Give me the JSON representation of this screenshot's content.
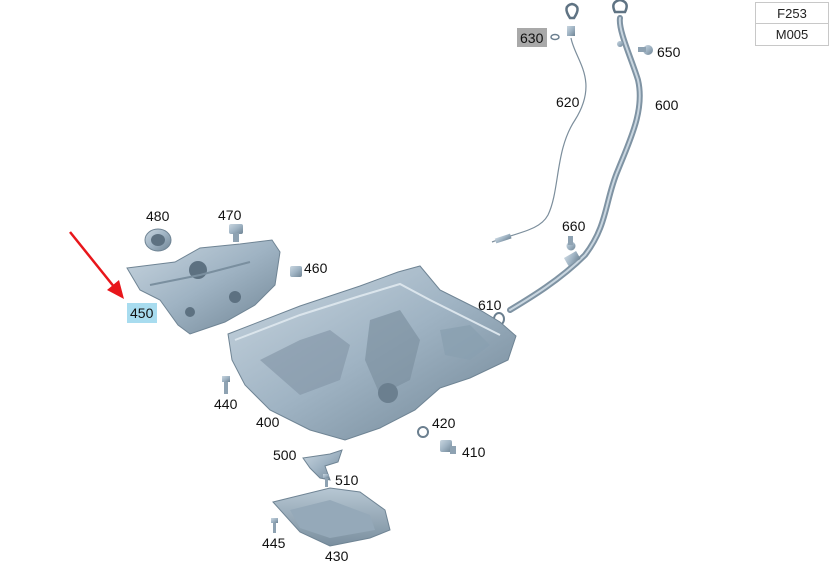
{
  "diagram": {
    "reference_codes": [
      "F253",
      "M005"
    ],
    "highlight_color": "#a8dcef",
    "selected_color": "#a9a9a9",
    "part_color": "#9fb3c3",
    "arrow_color": "#e8161b",
    "parts": [
      {
        "id": "p630",
        "label": "630",
        "highlight": "gray"
      },
      {
        "id": "p650",
        "label": "650"
      },
      {
        "id": "p620",
        "label": "620"
      },
      {
        "id": "p600",
        "label": "600"
      },
      {
        "id": "p480",
        "label": "480"
      },
      {
        "id": "p470",
        "label": "470"
      },
      {
        "id": "p460",
        "label": "460"
      },
      {
        "id": "p660",
        "label": "660"
      },
      {
        "id": "p610",
        "label": "610"
      },
      {
        "id": "p450",
        "label": "450",
        "highlight": "blue"
      },
      {
        "id": "p440",
        "label": "440"
      },
      {
        "id": "p400",
        "label": "400"
      },
      {
        "id": "p420",
        "label": "420"
      },
      {
        "id": "p410",
        "label": "410"
      },
      {
        "id": "p500",
        "label": "500"
      },
      {
        "id": "p510",
        "label": "510"
      },
      {
        "id": "p445",
        "label": "445"
      },
      {
        "id": "p430",
        "label": "430"
      }
    ]
  }
}
